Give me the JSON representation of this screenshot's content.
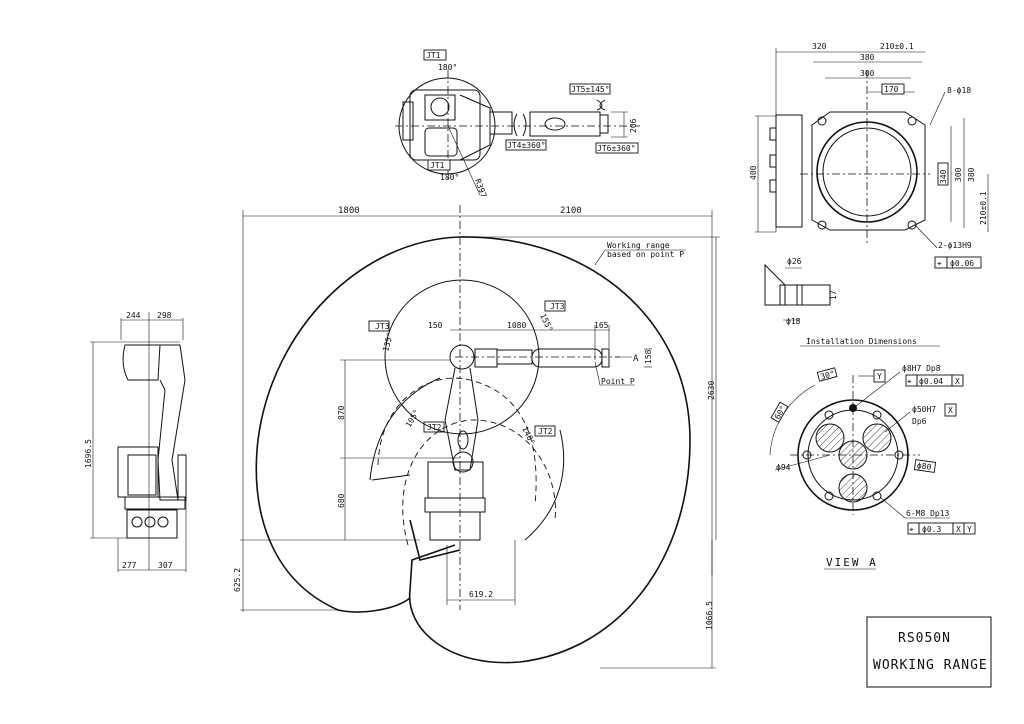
{
  "title_block": {
    "model": "RS050N",
    "title": "WORKING RANGE"
  },
  "top_view": {
    "jt1_top": "JT1",
    "jt1_top_angle": "180°",
    "jt1_bottom": "JT1",
    "jt1_bottom_angle": "180°",
    "radius": "R397",
    "jt4": "JT4±360°",
    "jt5": "JT5±145°",
    "jt6": "JT6±360°",
    "width_206": "206"
  },
  "side_view": {
    "dim_244": "244",
    "dim_298": "298",
    "dim_height": "1696.5",
    "dim_277": "277",
    "dim_307": "307"
  },
  "main_view": {
    "dim_1800": "1800",
    "dim_2100": "2100",
    "working_range_label_1": "Working range",
    "working_range_label_2": "based on point P",
    "jt3_left": "JT3",
    "jt3_left_angle": "135°",
    "jt3_right": "JT3",
    "jt3_right_angle": "155°",
    "dim_150": "150",
    "dim_1080": "1080",
    "dim_165": "165",
    "dim_158": "158",
    "view_arrow": "A",
    "point_p": "Point P",
    "dim_870": "870",
    "dim_680": "680",
    "jt2_left": "JT2",
    "jt2_left_angle": "105°",
    "jt2_right": "JT2",
    "jt2_right_angle": "140°",
    "dim_2630": "2630",
    "dim_625": "625.2",
    "dim_619": "619.2",
    "dim_1066": "1066.5"
  },
  "installation": {
    "dim_320": "320",
    "dim_210_top": "210±0.1",
    "dim_380_top": "380",
    "dim_300_top": "300",
    "dim_170": "170",
    "holes_8": "8-ϕ18",
    "dim_400": "400",
    "dim_340": "340",
    "dim_300_right": "300",
    "dim_380_right": "380",
    "dim_210_right": "210±0.1",
    "holes_2": "2-ϕ13H9",
    "tolerance_2": "ϕ0.06",
    "dim_26": "ϕ26",
    "dim_17": "17",
    "dim_18": "ϕ18",
    "caption": "Installation Dimensions"
  },
  "view_a": {
    "angle_30": "30°",
    "angle_60": "60°",
    "datum_y": "Y",
    "pin": "ϕ8H7 Dp8",
    "pin_tol": "ϕ0.04",
    "pin_datum": "X",
    "bore": "ϕ50H7",
    "bore_datum": "X",
    "bore_depth": "Dp6",
    "dim_94": "ϕ94",
    "dim_80": "ϕ80",
    "tapped": "6-M8 Dp13",
    "tapped_tol": "ϕ0.3",
    "tapped_d1": "X",
    "tapped_d2": "Y",
    "caption": "VIEW A"
  }
}
